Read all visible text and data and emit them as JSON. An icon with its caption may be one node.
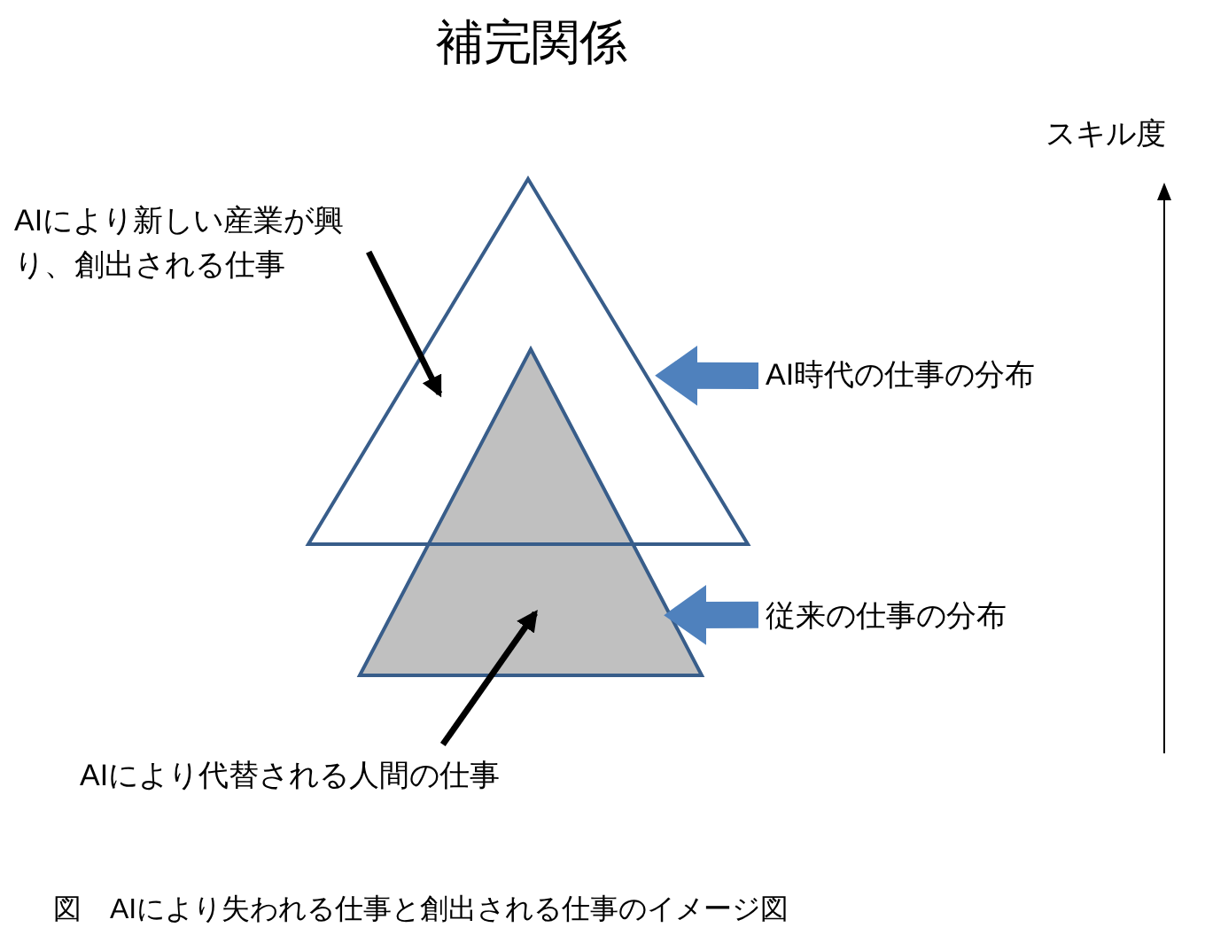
{
  "diagram": {
    "title": "補完関係",
    "caption": "図　AIにより失われる仕事と創出される仕事のイメージ図",
    "nodes": [
      {
        "text": [
          "AIにより新しい産業が興り、創出される仕事"
        ]
      },
      {
        "text": [],
        "shape": "triangle"
      },
      {
        "text": [],
        "shape": "triangle"
      },
      {
        "text": [
          "AI時代の仕事の分布"
        ]
      },
      {
        "text": [
          "従来の仕事の分布"
        ]
      },
      {
        "text": [
          "AIにより代替される人間の仕事"
        ]
      }
    ],
    "edges": [
      {
        "from": 0,
        "to": 1,
        "arrow": "to"
      },
      {
        "from": 3,
        "to": 1,
        "arrow": "to",
        "style": "thick",
        "color": "#4f81bd"
      },
      {
        "from": 4,
        "to": 2,
        "arrow": "to",
        "style": "thick",
        "color": "#4f81bd"
      },
      {
        "from": 5,
        "to": 2,
        "arrow": "to"
      }
    ],
    "labels": [
      "スキル度"
    ]
  }
}
